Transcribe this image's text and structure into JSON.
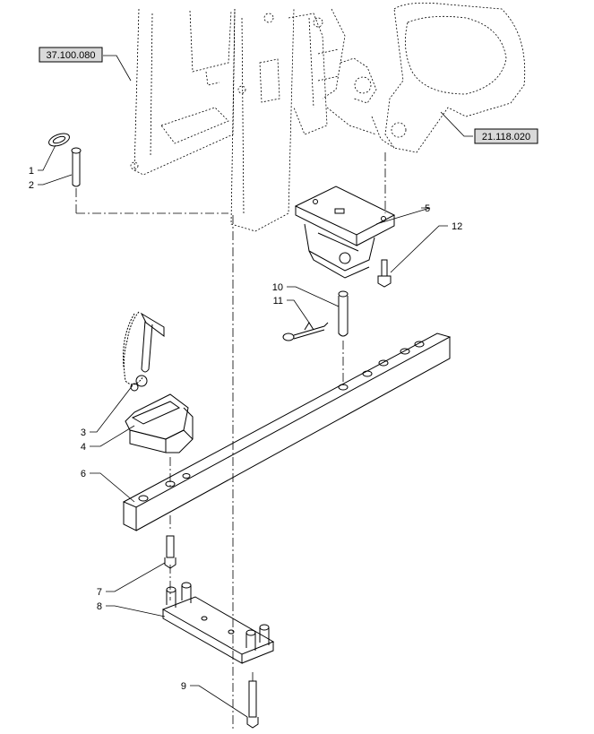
{
  "diagram": {
    "references": [
      {
        "id": "ref-left",
        "label": "37.100.080"
      },
      {
        "id": "ref-right",
        "label": "21.118.020"
      }
    ],
    "callouts": [
      "1",
      "2",
      "3",
      "4",
      "5",
      "6",
      "7",
      "8",
      "9",
      "10",
      "11",
      "12"
    ]
  }
}
